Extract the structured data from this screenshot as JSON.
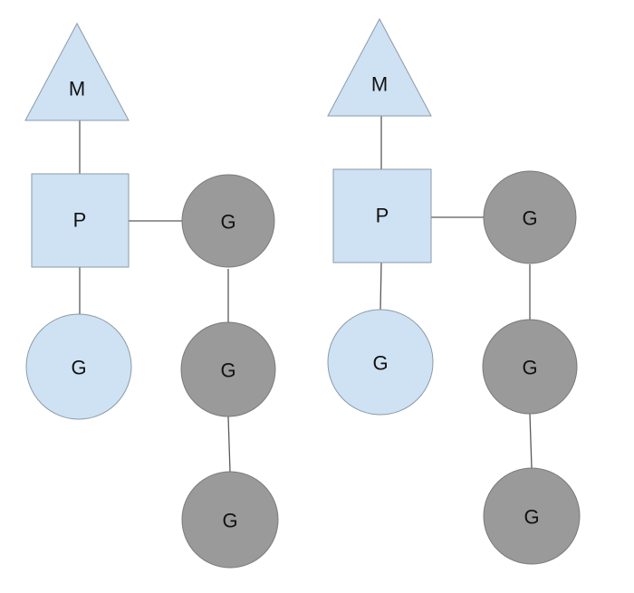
{
  "groups": [
    {
      "machine": {
        "label": "M"
      },
      "processor": {
        "label": "P"
      },
      "running_goroutine": {
        "label": "G"
      },
      "queued_goroutines": [
        {
          "label": "G"
        },
        {
          "label": "G"
        },
        {
          "label": "G"
        }
      ]
    },
    {
      "machine": {
        "label": "M"
      },
      "processor": {
        "label": "P"
      },
      "running_goroutine": {
        "label": "G"
      },
      "queued_goroutines": [
        {
          "label": "G"
        },
        {
          "label": "G"
        },
        {
          "label": "G"
        }
      ]
    }
  ],
  "colors": {
    "light_node": "#cfe2f3",
    "queued_node": "#9a9a9a",
    "edge": "#5a5a5a"
  }
}
